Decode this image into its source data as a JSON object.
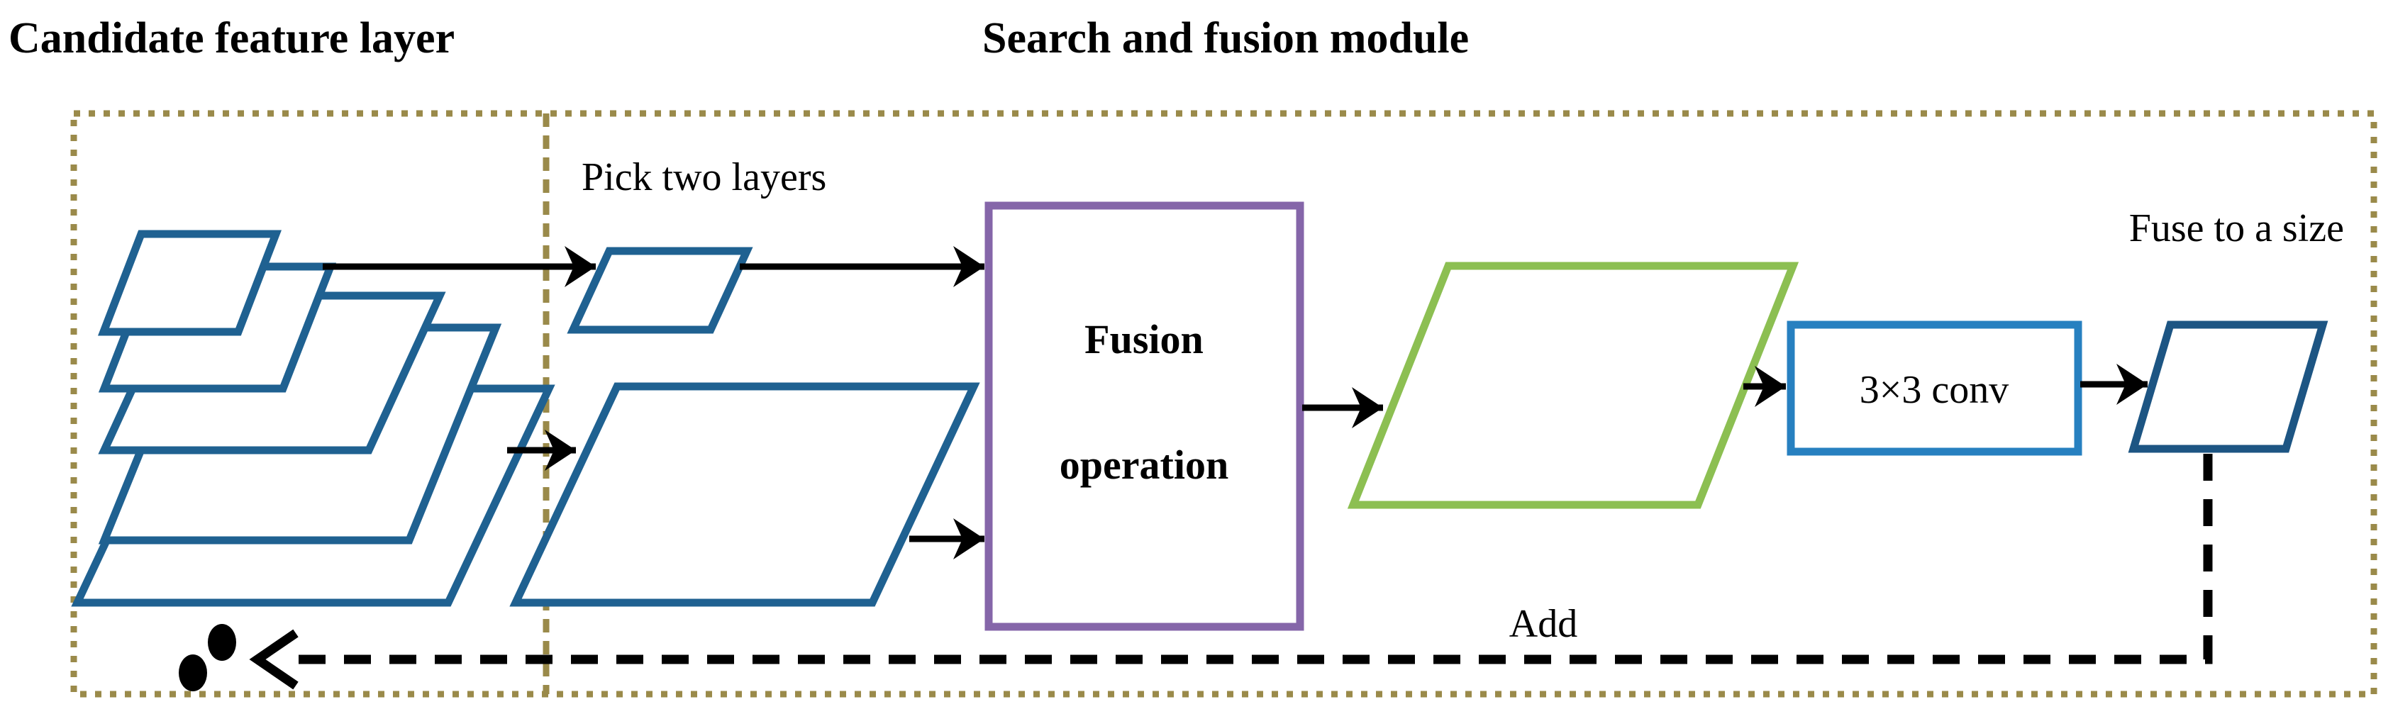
{
  "figure": {
    "left_panel_title": "Candidate feature layer",
    "right_panel_title": "Search and fusion module"
  },
  "labels": {
    "pick_two_layers": "Pick two layers",
    "fusion_operation": [
      "Fusion",
      "operation"
    ],
    "conv": "3×3 conv",
    "fuse_to_a_size": "Fuse to a size",
    "add": "Add"
  },
  "icons": {
    "ellipsis_dots": "••"
  },
  "colors": {
    "feature_layer_blue": "#1f6191",
    "output_layer_blue": "#1d5583",
    "conv_box_blue": "#2780c0",
    "fused_map_green": "#8cbf52",
    "fusion_box_purple": "#8566a9",
    "boundary_khaki": "#9a8a4a",
    "connector_black": "#000000"
  }
}
